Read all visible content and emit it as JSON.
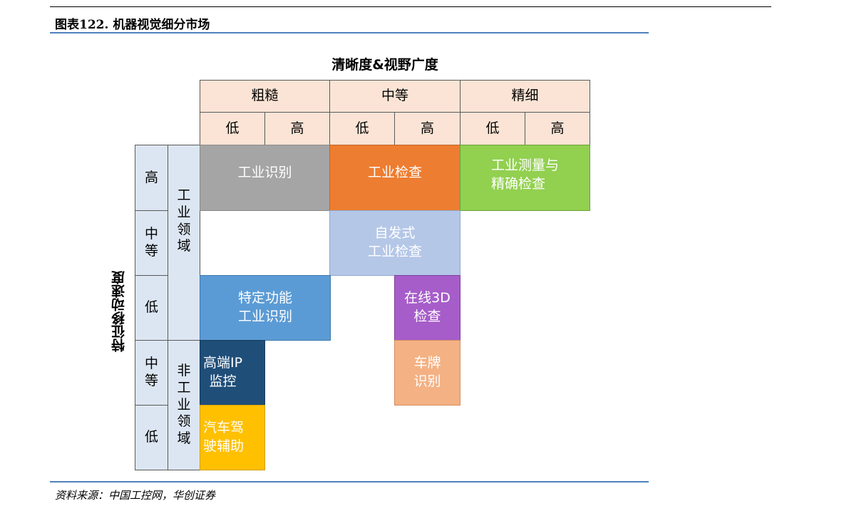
{
  "title": "图表122. 机器视觉细分市场",
  "source": "资料来源：中国工控网，华创证券",
  "axes": {
    "top": "清晰度&视野广度",
    "left": "特征移动速度"
  },
  "columns": {
    "groups": [
      "粗糙",
      "中等",
      "精细"
    ],
    "sub": [
      "低",
      "高",
      "低",
      "高",
      "低",
      "高"
    ]
  },
  "rows": {
    "levels": [
      "高",
      "中等",
      "低",
      "中等",
      "低"
    ],
    "categories": [
      "工业领域",
      "非工业领域"
    ]
  },
  "blocks": {
    "industrial_recognition": "工业识别",
    "industrial_inspection": "工业检查",
    "measurement": "工业测量与\n    精确检查",
    "self_inspection": "自发式\n工业检查",
    "specific_function": "特定功能\n工业识别",
    "online_3d": "在线3D\n检查",
    "hd_ip": "高端IP\n  监控",
    "license_plate": "车牌\n识别",
    "auto_driving": "汽车驾\n驶辅助"
  },
  "colors": {
    "header_fill": "#fbe4d5",
    "side_fill": "#dce6f2",
    "gray": "#a5a5a5",
    "orange": "#ed7d31",
    "green": "#92d050",
    "light_blue": "#b4c7e7",
    "blue": "#5b9bd5",
    "purple": "#a65dc9",
    "peach": "#f4b183",
    "navy": "#1f4e79",
    "yellow": "#ffc000",
    "rule_blue": "#4f81bd"
  }
}
